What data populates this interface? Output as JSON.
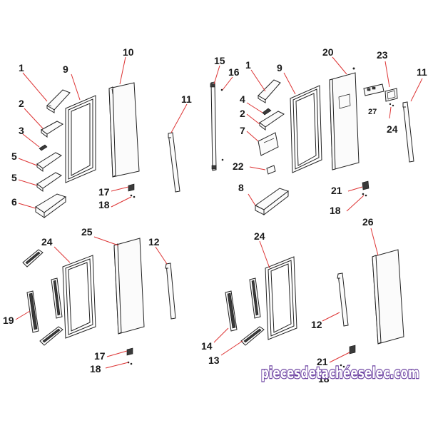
{
  "labels": [
    "1",
    "9",
    "10",
    "2",
    "3",
    "5",
    "5",
    "6",
    "11",
    "17",
    "18",
    "15",
    "16",
    "1",
    "9",
    "20",
    "23",
    "11",
    "4",
    "2",
    "7",
    "27",
    "24",
    "22",
    "8",
    "21",
    "18",
    "24",
    "25",
    "12",
    "19",
    "17",
    "18",
    "24",
    "26",
    "12",
    "14",
    "13",
    "21",
    "18"
  ],
  "watermark": "piecesdetachéeselec.com",
  "colors": {
    "leader": "#dd3333",
    "watermark_outline": "#6a3fa0",
    "outline": "#222222"
  }
}
